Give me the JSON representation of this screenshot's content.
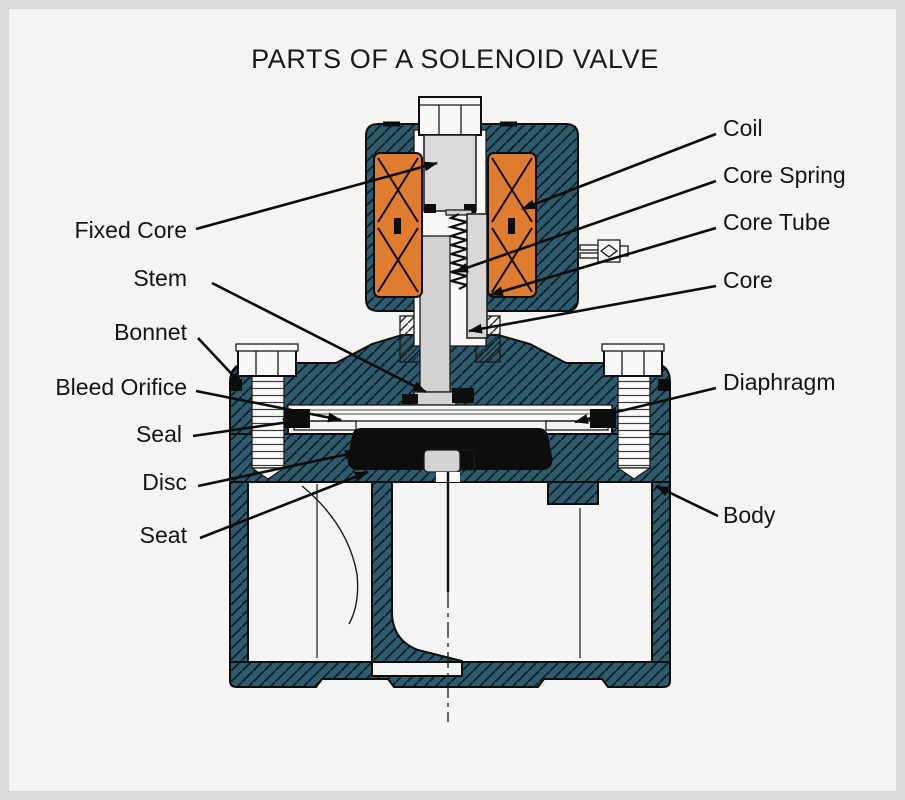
{
  "title": "PARTS OF A SOLENOID VALVE",
  "diagram_subject": "cross-section of a solenoid valve",
  "colors": {
    "teal_body": "#2f5b6e",
    "coil_orange": "#e07c2e",
    "background": "#f5f4f2",
    "frame": "#d9d9d9",
    "metal_gray": "#d3d3d3",
    "line_black": "#0d0d0d"
  },
  "labels": {
    "left": [
      {
        "text": "Fixed Core"
      },
      {
        "text": "Stem"
      },
      {
        "text": "Bonnet"
      },
      {
        "text": "Bleed Orifice"
      },
      {
        "text": "Seal"
      },
      {
        "text": "Disc"
      },
      {
        "text": "Seat"
      }
    ],
    "right": [
      {
        "text": "Coil"
      },
      {
        "text": "Core Spring"
      },
      {
        "text": "Core Tube"
      },
      {
        "text": "Core"
      },
      {
        "text": "Diaphragm"
      },
      {
        "text": "Body"
      }
    ]
  }
}
